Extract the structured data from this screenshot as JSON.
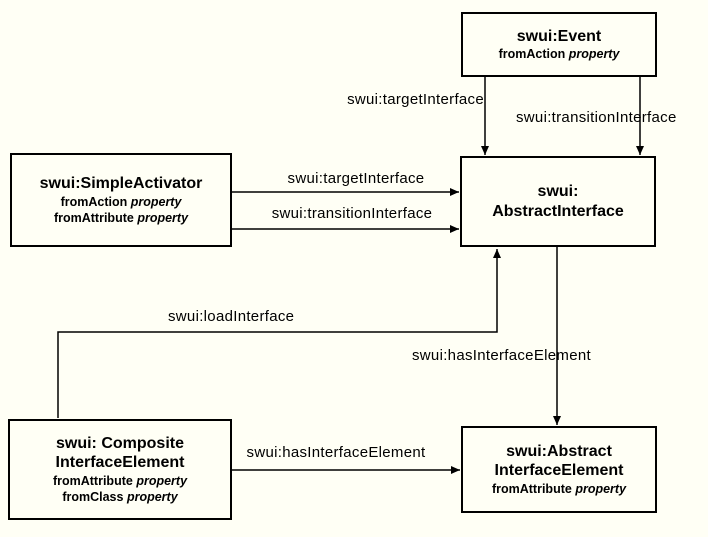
{
  "canvas": {
    "background_color": "#fffff5",
    "line_color": "#000000",
    "text_color": "#000000"
  },
  "nodes": {
    "event": {
      "title_lines": [
        "swui:Event"
      ],
      "props": [
        {
          "name": "fromAction",
          "type": "property"
        }
      ]
    },
    "simple_activator": {
      "title_lines": [
        "swui:SimpleActivator"
      ],
      "props": [
        {
          "name": "fromAction",
          "type": "property"
        },
        {
          "name": "fromAttribute",
          "type": "property"
        }
      ]
    },
    "abstract_interface": {
      "title_lines": [
        "swui:",
        "AbstractInterface"
      ],
      "props": []
    },
    "composite_interface_element": {
      "title_lines": [
        "swui: Composite",
        "InterfaceElement"
      ],
      "props": [
        {
          "name": "fromAttribute",
          "type": "property"
        },
        {
          "name": "fromClass",
          "type": "property"
        }
      ]
    },
    "abstract_interface_element": {
      "title_lines": [
        "swui:Abstract",
        "InterfaceElement"
      ],
      "props": [
        {
          "name": "fromAttribute",
          "type": "property"
        }
      ]
    }
  },
  "edges": {
    "event_target": {
      "label": "swui:targetInterface",
      "from": "swui:Event",
      "to": "swui:AbstractInterface"
    },
    "event_transition": {
      "label": "swui:transitionInterface",
      "from": "swui:Event",
      "to": "swui:AbstractInterface"
    },
    "activator_target": {
      "label": "swui:targetInterface",
      "from": "swui:SimpleActivator",
      "to": "swui:AbstractInterface"
    },
    "activator_transition": {
      "label": "swui:transitionInterface",
      "from": "swui:SimpleActivator",
      "to": "swui:AbstractInterface"
    },
    "load_interface": {
      "label": "swui:loadInterface",
      "from": "swui:CompositeInterfaceElement",
      "to": "swui:AbstractInterface"
    },
    "has_element_vertical": {
      "label": "swui:hasInterfaceElement",
      "from": "swui:AbstractInterface",
      "to": "swui:AbstractInterfaceElement"
    },
    "has_element_horizontal": {
      "label": "swui:hasInterfaceElement",
      "from": "swui:CompositeInterfaceElement",
      "to": "swui:AbstractInterfaceElement"
    }
  }
}
